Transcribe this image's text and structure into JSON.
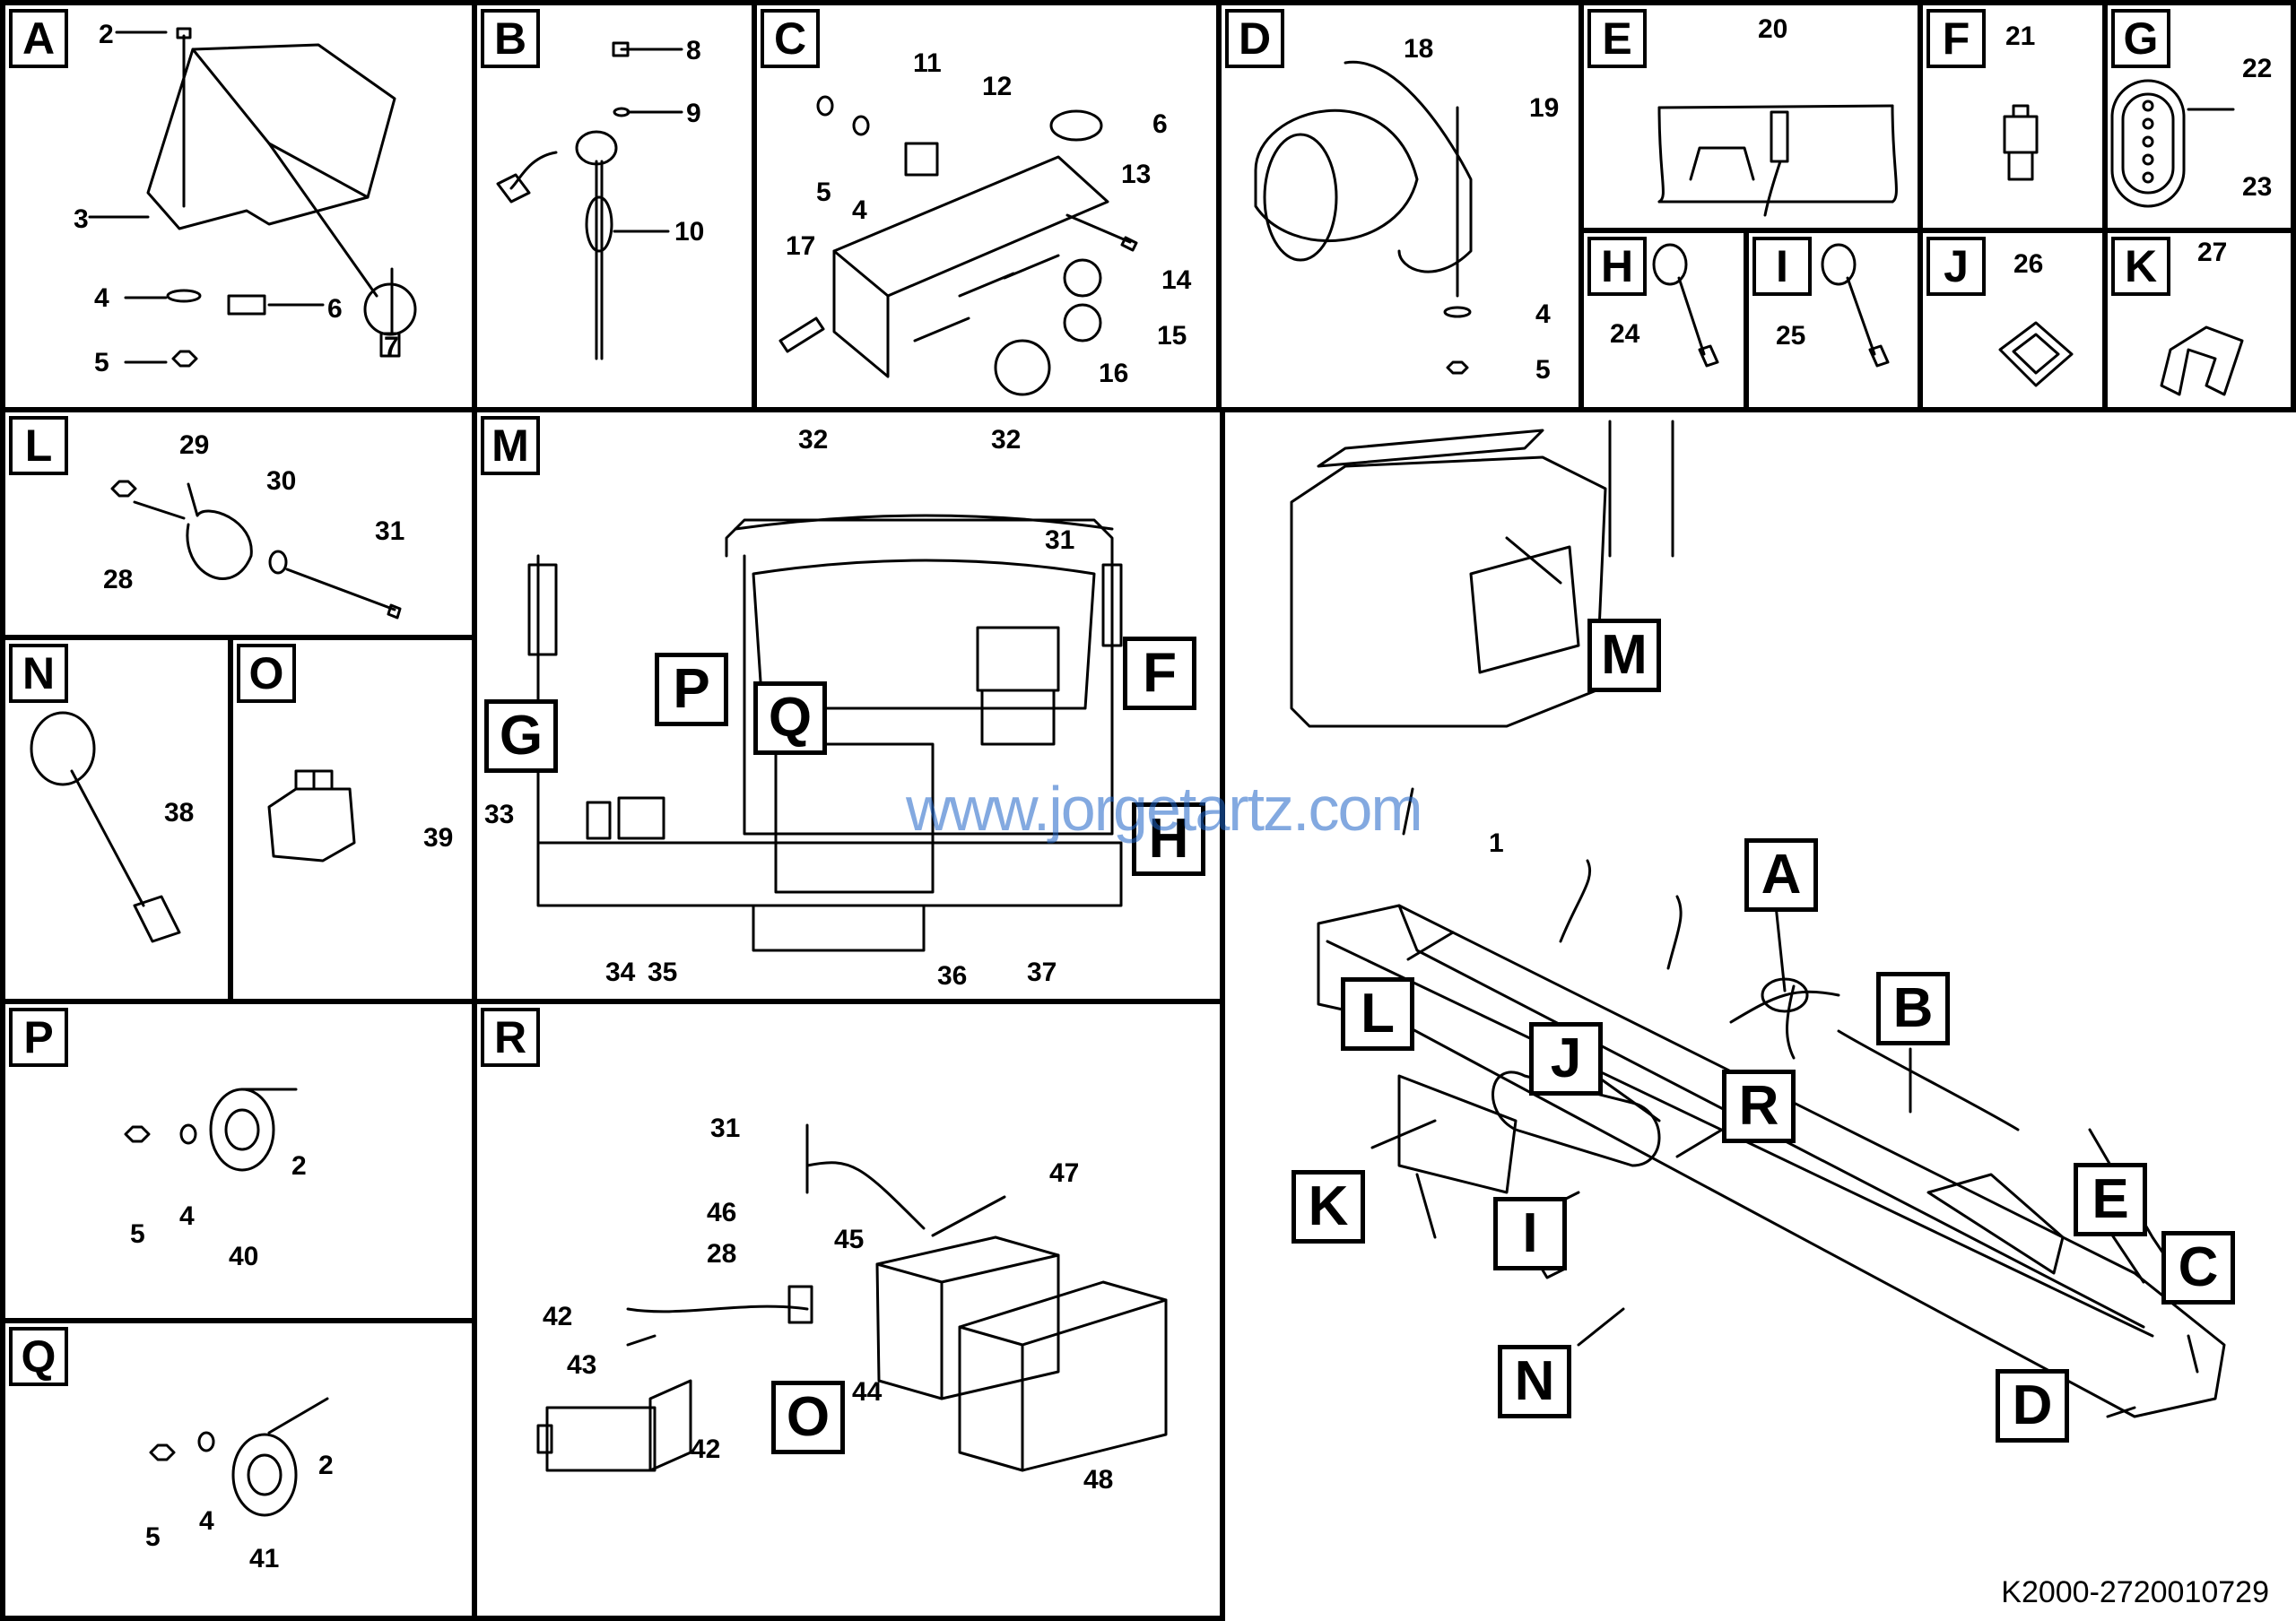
{
  "panels": {
    "A": {
      "label": "A",
      "numbers": [
        "2",
        "3",
        "4",
        "5",
        "6",
        "7"
      ]
    },
    "B": {
      "label": "B",
      "numbers": [
        "8",
        "9",
        "10"
      ]
    },
    "C": {
      "label": "C",
      "numbers": [
        "11",
        "12",
        "6",
        "5",
        "4",
        "13",
        "17",
        "14",
        "15",
        "16"
      ]
    },
    "D": {
      "label": "D",
      "numbers": [
        "18",
        "19",
        "4",
        "5"
      ]
    },
    "E": {
      "label": "E",
      "numbers": [
        "20"
      ]
    },
    "F": {
      "label": "F",
      "numbers": [
        "21"
      ]
    },
    "G": {
      "label": "G",
      "numbers": [
        "22",
        "23"
      ]
    },
    "H": {
      "label": "H",
      "numbers": [
        "24"
      ]
    },
    "I": {
      "label": "I",
      "numbers": [
        "25"
      ]
    },
    "J": {
      "label": "J",
      "numbers": [
        "26"
      ]
    },
    "K": {
      "label": "K",
      "numbers": [
        "27"
      ]
    },
    "L": {
      "label": "L",
      "numbers": [
        "29",
        "30",
        "31",
        "28"
      ]
    },
    "M": {
      "label": "M",
      "numbers": [
        "32",
        "32",
        "31",
        "33",
        "34",
        "35",
        "36",
        "37"
      ],
      "callouts": [
        "G",
        "P",
        "Q",
        "F",
        "H"
      ]
    },
    "N": {
      "label": "N",
      "numbers": [
        "38"
      ]
    },
    "O": {
      "label": "O",
      "numbers": [
        "39"
      ]
    },
    "P": {
      "label": "P",
      "numbers": [
        "2",
        "5",
        "4",
        "40"
      ]
    },
    "Q": {
      "label": "Q",
      "numbers": [
        "2",
        "5",
        "4",
        "41"
      ]
    },
    "R": {
      "label": "R",
      "numbers": [
        "31",
        "47",
        "46",
        "45",
        "28",
        "42",
        "43",
        "44",
        "42",
        "48"
      ],
      "callouts": [
        "O"
      ]
    }
  },
  "overview": {
    "numbers": [
      "1"
    ],
    "callouts": [
      "M",
      "A",
      "B",
      "L",
      "J",
      "R",
      "K",
      "I",
      "E",
      "C",
      "D",
      "N"
    ]
  },
  "watermark": "www.jorgetartz.com",
  "footer_code": "K2000-2720010729"
}
